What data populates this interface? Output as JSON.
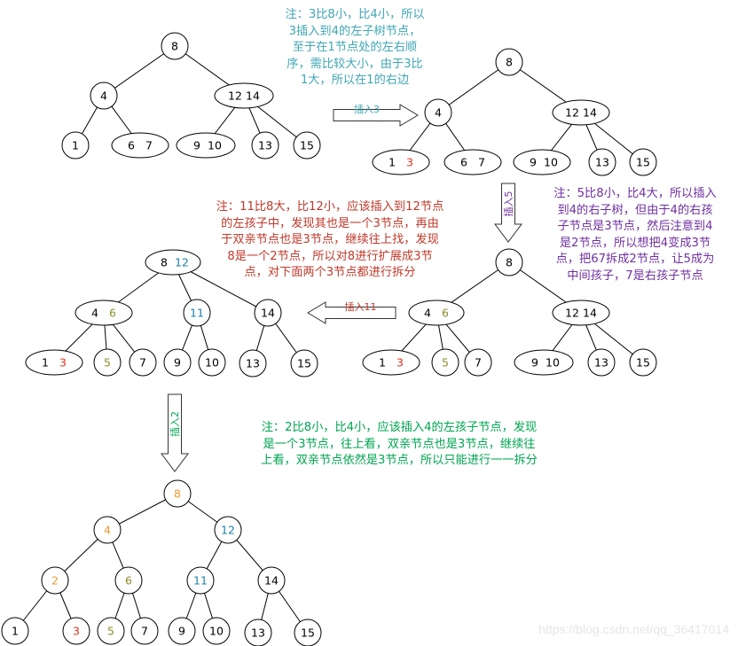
{
  "notes": {
    "n1": "注：3比8小，比4小，所以\n3插入到4的左子树节点，\n至于在1节点处的左右顺\n序，需比较大小，由于3比\n1大，所以在1的右边",
    "n2": "注：5比8小，比4大，所以插入\n到4的右子树，但由于4的右孩\n子节点是3节点，然后注意到4\n是2节点，所以想把4变成3节\n点，把67拆成2节点，让5成为\n中间孩子，7是右孩子节点",
    "n3": "注：11比8大，比12小，应该插入到12节点\n的左孩子中，发现其也是一个3节点，再由\n于双亲节点也是3节点，继续往上找，发现\n8是一个2节点，所以对8进行扩展成3节\n点，对下面两个3节点都进行拆分",
    "n4": "注：2比8小，比4小，应该插入4的左孩子节点，发现\n是一个3节点，往上看，双亲节点也是3节点，继续往\n上看，双亲节点依然是3节点，所以只能进行一一拆分"
  },
  "arrows": {
    "a1": "插入3",
    "a2": "插入5",
    "a3": "插入11",
    "a4": "插入2"
  },
  "watermark": "https://blog.csdn.net/qq_36417014",
  "colors": {
    "line": "#000000",
    "note1": "#3fa6b5",
    "note2": "#7030a0",
    "note3": "#c0392b",
    "note4": "#00a651",
    "red": "#e0301e",
    "olive": "#8c8c2a",
    "blue": "#1e7fa8",
    "orange": "#f09a33",
    "green": "#00a651",
    "arrowLabel1": "#3fa6b5",
    "arrowLabel2": "#7030a0",
    "arrowLabel3": "#c0392b",
    "arrowLabel4": "#00a651"
  },
  "trees": [
    {
      "id": "t1",
      "nodes": [
        {
          "id": "r",
          "parts": [
            {
              "t": "8",
              "c": "k"
            }
          ]
        },
        {
          "id": "a",
          "parts": [
            {
              "t": "4",
              "c": "k"
            }
          ]
        },
        {
          "id": "b",
          "parts": [
            {
              "t": "12",
              "c": "k"
            },
            {
              "t": "14",
              "c": "k"
            }
          ]
        },
        {
          "id": "c",
          "parts": [
            {
              "t": "1",
              "c": "k"
            }
          ]
        },
        {
          "id": "d",
          "parts": [
            {
              "t": "6",
              "c": "k"
            },
            {
              "t": "7",
              "c": "k"
            }
          ]
        },
        {
          "id": "e",
          "parts": [
            {
              "t": "9",
              "c": "k"
            },
            {
              "t": "10",
              "c": "k"
            }
          ]
        },
        {
          "id": "f",
          "parts": [
            {
              "t": "13",
              "c": "k"
            }
          ]
        },
        {
          "id": "g",
          "parts": [
            {
              "t": "15",
              "c": "k"
            }
          ]
        }
      ]
    },
    {
      "id": "t2",
      "nodes": [
        {
          "id": "r",
          "parts": [
            {
              "t": "8",
              "c": "k"
            }
          ]
        },
        {
          "id": "a",
          "parts": [
            {
              "t": "4",
              "c": "k"
            }
          ]
        },
        {
          "id": "b",
          "parts": [
            {
              "t": "12",
              "c": "k"
            },
            {
              "t": "14",
              "c": "k"
            }
          ]
        },
        {
          "id": "c",
          "parts": [
            {
              "t": "1",
              "c": "k"
            },
            {
              "t": "3",
              "c": "red"
            }
          ]
        },
        {
          "id": "d",
          "parts": [
            {
              "t": "6",
              "c": "k"
            },
            {
              "t": "7",
              "c": "k"
            }
          ]
        },
        {
          "id": "e",
          "parts": [
            {
              "t": "9",
              "c": "k"
            },
            {
              "t": "10",
              "c": "k"
            }
          ]
        },
        {
          "id": "f",
          "parts": [
            {
              "t": "13",
              "c": "k"
            }
          ]
        },
        {
          "id": "g",
          "parts": [
            {
              "t": "15",
              "c": "k"
            }
          ]
        }
      ]
    },
    {
      "id": "t3",
      "nodes": [
        {
          "id": "r",
          "parts": [
            {
              "t": "8",
              "c": "k"
            }
          ]
        },
        {
          "id": "a",
          "parts": [
            {
              "t": "4",
              "c": "k"
            },
            {
              "t": "6",
              "c": "olive"
            }
          ]
        },
        {
          "id": "b",
          "parts": [
            {
              "t": "12",
              "c": "k"
            },
            {
              "t": "14",
              "c": "k"
            }
          ]
        },
        {
          "id": "c",
          "parts": [
            {
              "t": "1",
              "c": "k"
            },
            {
              "t": "3",
              "c": "red"
            }
          ]
        },
        {
          "id": "d",
          "parts": [
            {
              "t": "5",
              "c": "olive"
            }
          ]
        },
        {
          "id": "e",
          "parts": [
            {
              "t": "7",
              "c": "k"
            }
          ]
        },
        {
          "id": "f",
          "parts": [
            {
              "t": "9",
              "c": "k"
            },
            {
              "t": "10",
              "c": "k"
            }
          ]
        },
        {
          "id": "g",
          "parts": [
            {
              "t": "13",
              "c": "k"
            }
          ]
        },
        {
          "id": "h",
          "parts": [
            {
              "t": "15",
              "c": "k"
            }
          ]
        }
      ]
    },
    {
      "id": "t4",
      "nodes": [
        {
          "id": "r",
          "parts": [
            {
              "t": "8",
              "c": "k"
            },
            {
              "t": "12",
              "c": "blue"
            }
          ]
        },
        {
          "id": "a",
          "parts": [
            {
              "t": "4",
              "c": "k"
            },
            {
              "t": "6",
              "c": "olive"
            }
          ]
        },
        {
          "id": "b",
          "parts": [
            {
              "t": "11",
              "c": "blue"
            }
          ]
        },
        {
          "id": "i",
          "parts": [
            {
              "t": "14",
              "c": "k"
            }
          ]
        },
        {
          "id": "c",
          "parts": [
            {
              "t": "1",
              "c": "k"
            },
            {
              "t": "3",
              "c": "red"
            }
          ]
        },
        {
          "id": "d",
          "parts": [
            {
              "t": "5",
              "c": "olive"
            }
          ]
        },
        {
          "id": "e",
          "parts": [
            {
              "t": "7",
              "c": "k"
            }
          ]
        },
        {
          "id": "f",
          "parts": [
            {
              "t": "9",
              "c": "k"
            }
          ]
        },
        {
          "id": "j",
          "parts": [
            {
              "t": "10",
              "c": "k"
            }
          ]
        },
        {
          "id": "g",
          "parts": [
            {
              "t": "13",
              "c": "k"
            }
          ]
        },
        {
          "id": "h",
          "parts": [
            {
              "t": "15",
              "c": "k"
            }
          ]
        }
      ]
    },
    {
      "id": "t5",
      "nodes": [
        {
          "id": "r",
          "parts": [
            {
              "t": "8",
              "c": "orange"
            }
          ]
        },
        {
          "id": "a",
          "parts": [
            {
              "t": "4",
              "c": "orange"
            }
          ]
        },
        {
          "id": "b",
          "parts": [
            {
              "t": "12",
              "c": "blue"
            }
          ]
        },
        {
          "id": "p",
          "parts": [
            {
              "t": "2",
              "c": "orange"
            }
          ]
        },
        {
          "id": "q",
          "parts": [
            {
              "t": "6",
              "c": "olive"
            }
          ]
        },
        {
          "id": "s",
          "parts": [
            {
              "t": "11",
              "c": "blue"
            }
          ]
        },
        {
          "id": "u",
          "parts": [
            {
              "t": "14",
              "c": "k"
            }
          ]
        },
        {
          "id": "c",
          "parts": [
            {
              "t": "1",
              "c": "k"
            }
          ]
        },
        {
          "id": "v",
          "parts": [
            {
              "t": "3",
              "c": "red"
            }
          ]
        },
        {
          "id": "d",
          "parts": [
            {
              "t": "5",
              "c": "olive"
            }
          ]
        },
        {
          "id": "e",
          "parts": [
            {
              "t": "7",
              "c": "k"
            }
          ]
        },
        {
          "id": "f",
          "parts": [
            {
              "t": "9",
              "c": "k"
            }
          ]
        },
        {
          "id": "j",
          "parts": [
            {
              "t": "10",
              "c": "k"
            }
          ]
        },
        {
          "id": "g",
          "parts": [
            {
              "t": "13",
              "c": "k"
            }
          ]
        },
        {
          "id": "h",
          "parts": [
            {
              "t": "15",
              "c": "k"
            }
          ]
        }
      ]
    }
  ]
}
